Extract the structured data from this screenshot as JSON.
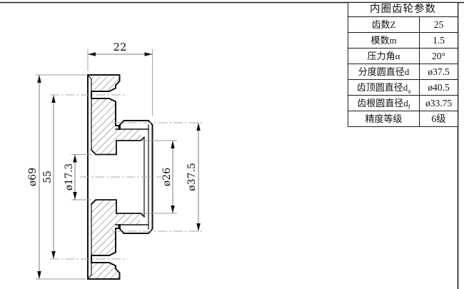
{
  "table": {
    "title": "内圈齿轮参数",
    "rows": [
      {
        "label": "齿数Z",
        "sub": "",
        "value": "25"
      },
      {
        "label": "模数m",
        "sub": "",
        "value": "1.5"
      },
      {
        "label": "压力角α",
        "sub": "",
        "value": "20°"
      },
      {
        "label": "分度圆直径d",
        "sub": "",
        "value": "ø37.5"
      },
      {
        "label": "齿顶圆直径d",
        "sub": "a",
        "value": "ø40.5"
      },
      {
        "label": "齿根圆直径d",
        "sub": "f",
        "value": "ø33.75"
      },
      {
        "label": "精度等级",
        "sub": "",
        "value": "6级"
      }
    ]
  },
  "dimensions": {
    "overall_width": "22",
    "flange_outer_dia": "ø69",
    "bolt_circle_dia": "55",
    "bore_dia": "ø17.3",
    "recess_dia": "ø26",
    "pitch_dia": "ø37.5"
  }
}
